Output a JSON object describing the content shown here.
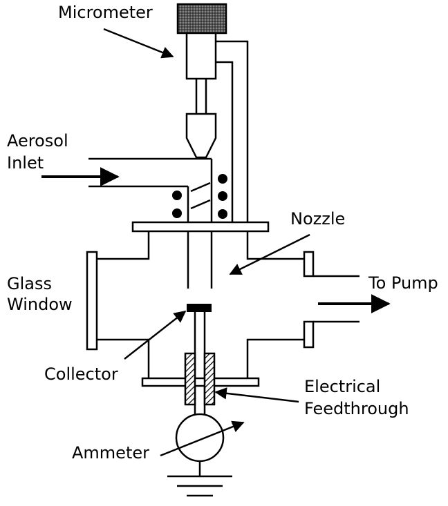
{
  "labels": {
    "micrometer": "Micrometer",
    "aerosol": "Aerosol",
    "inlet": "Inlet",
    "nozzle": "Nozzle",
    "glass": "Glass",
    "window": "Window",
    "to_pump": "To Pump",
    "collector": "Collector",
    "electrical": "Electrical",
    "feedthrough": "Feedthrough",
    "ammeter": "Ammeter"
  }
}
